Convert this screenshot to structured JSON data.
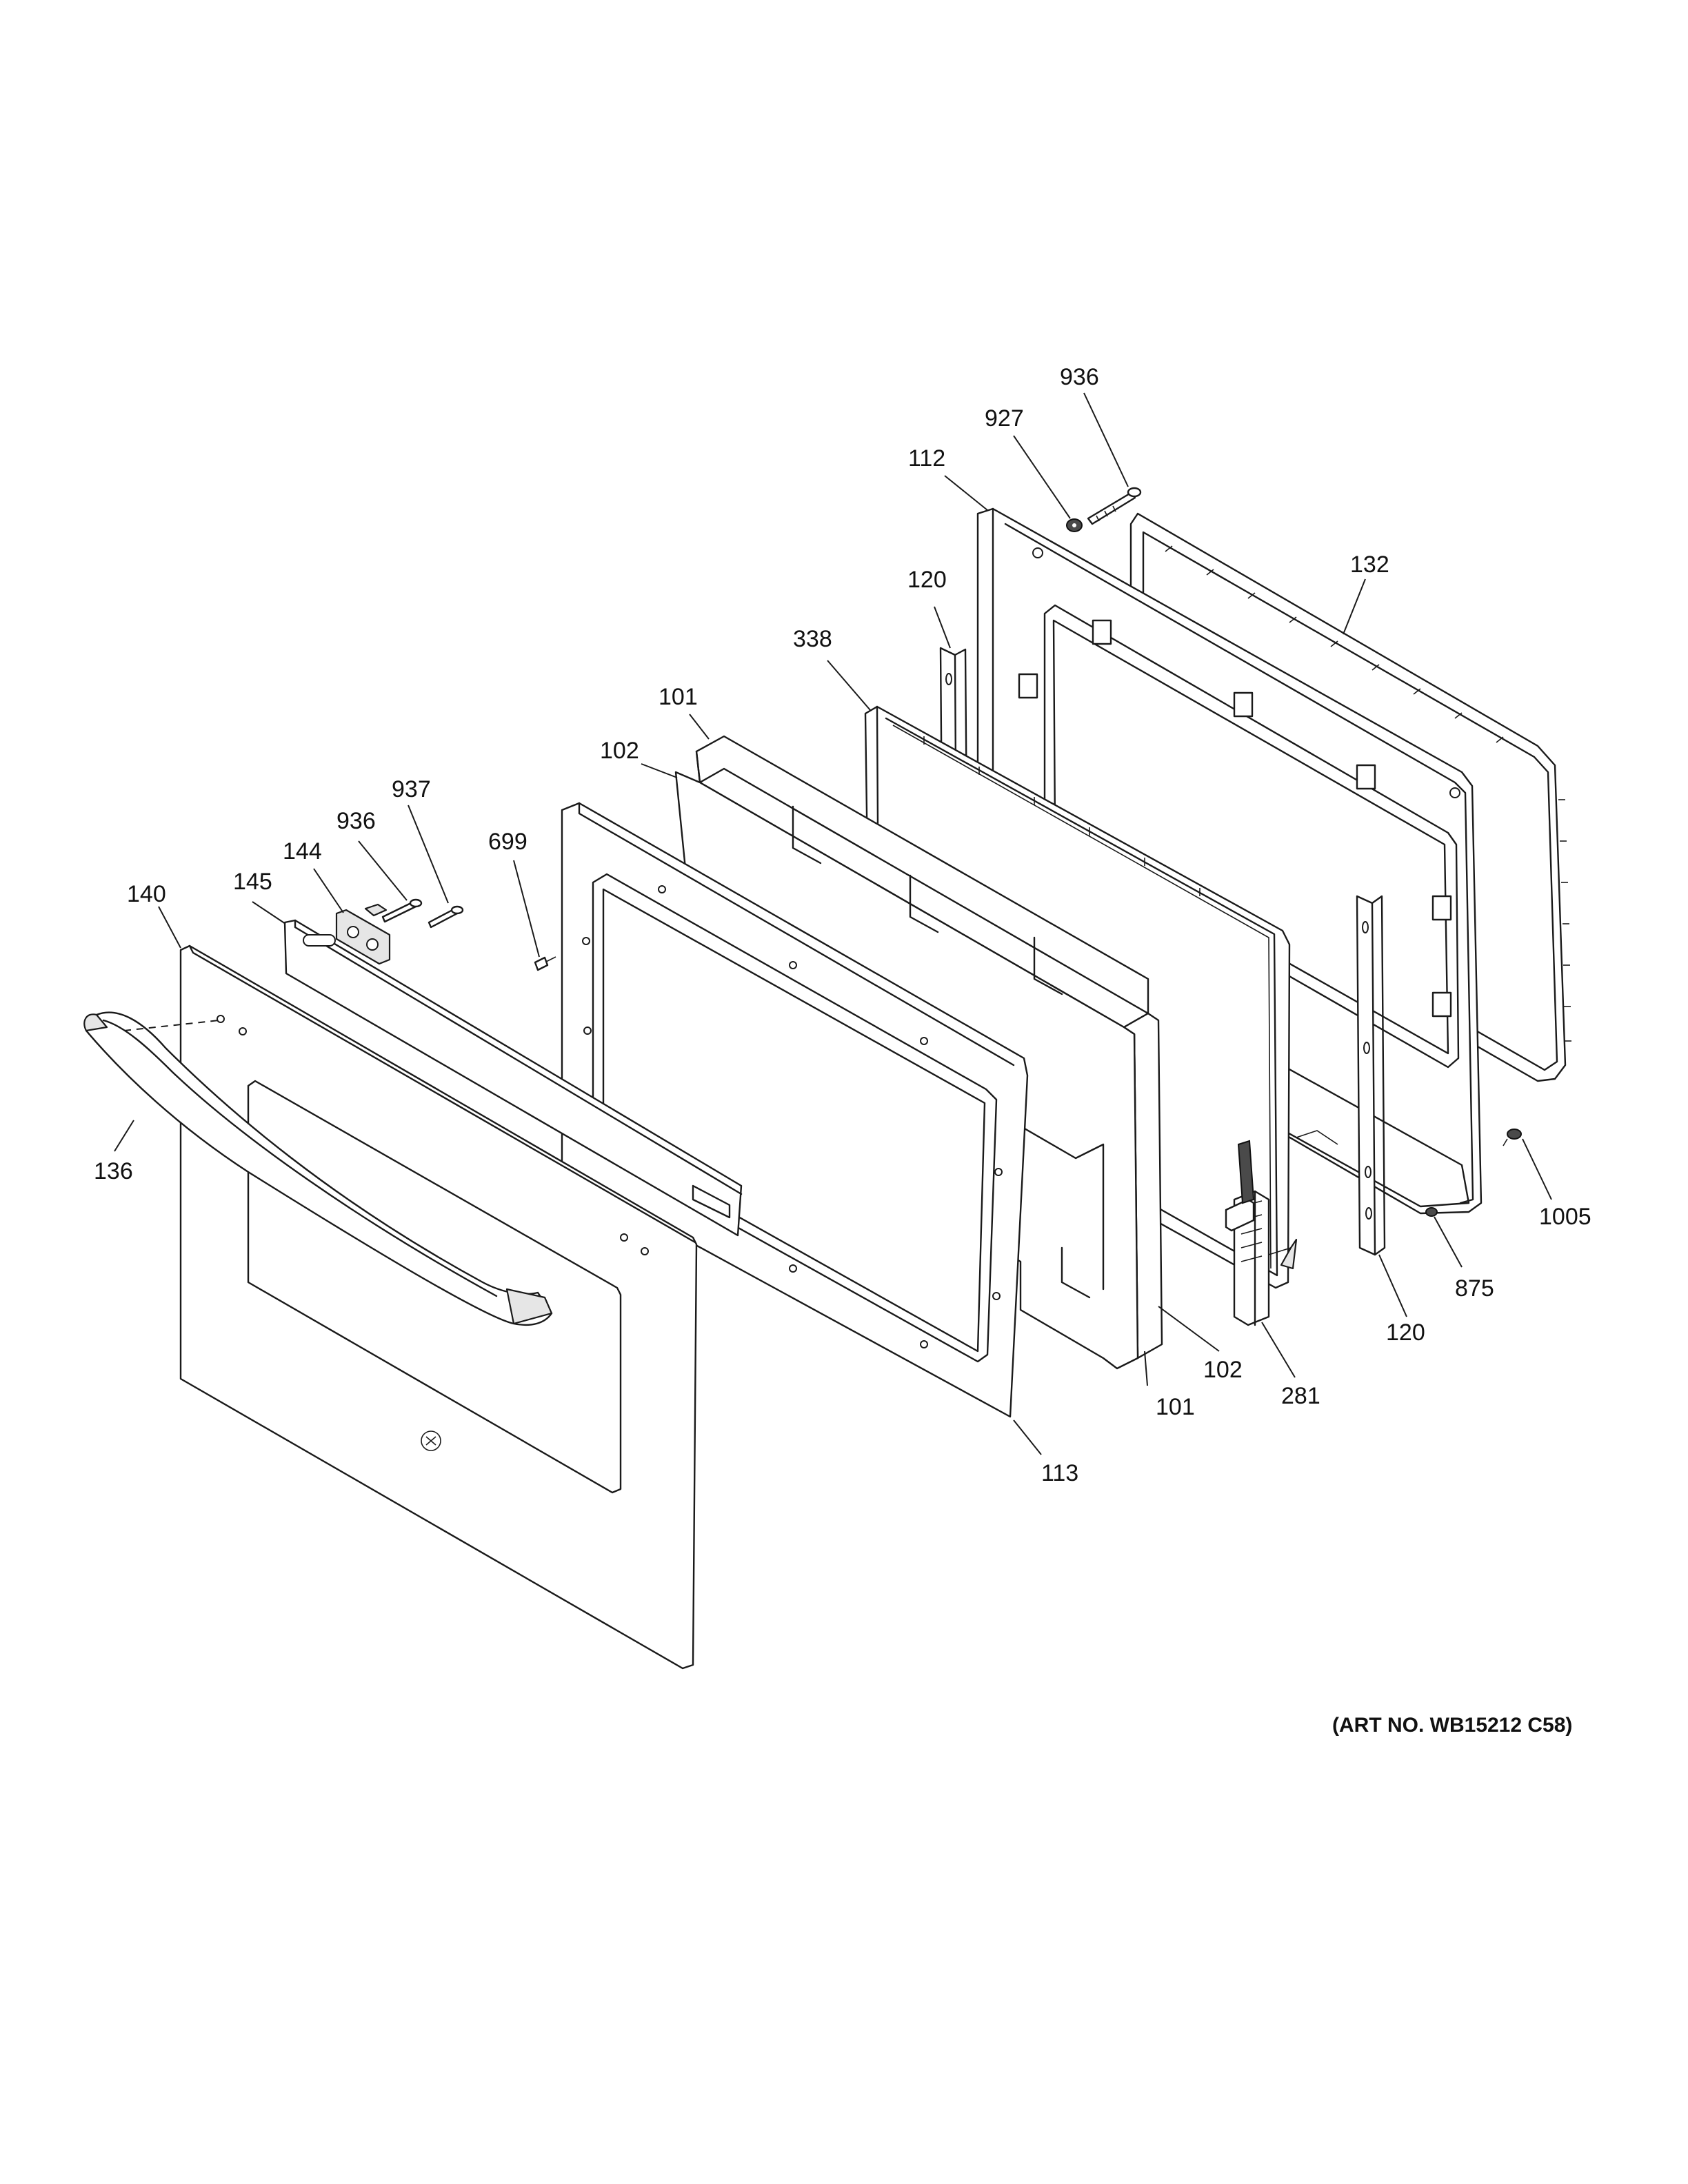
{
  "callouts": [
    {
      "id": "c936a",
      "label": "936"
    },
    {
      "id": "c927",
      "label": "927"
    },
    {
      "id": "c112",
      "label": "112"
    },
    {
      "id": "c132",
      "label": "132"
    },
    {
      "id": "c120a",
      "label": "120"
    },
    {
      "id": "c338",
      "label": "338"
    },
    {
      "id": "c101a",
      "label": "101"
    },
    {
      "id": "c102a",
      "label": "102"
    },
    {
      "id": "c937",
      "label": "937"
    },
    {
      "id": "c936b",
      "label": "936"
    },
    {
      "id": "c144",
      "label": "144"
    },
    {
      "id": "c699",
      "label": "699"
    },
    {
      "id": "c140",
      "label": "140"
    },
    {
      "id": "c145",
      "label": "145"
    },
    {
      "id": "c136",
      "label": "136"
    },
    {
      "id": "c1005",
      "label": "1005"
    },
    {
      "id": "c875",
      "label": "875"
    },
    {
      "id": "c120b",
      "label": "120"
    },
    {
      "id": "c102b",
      "label": "102"
    },
    {
      "id": "c281",
      "label": "281"
    },
    {
      "id": "c101b",
      "label": "101"
    },
    {
      "id": "c113",
      "label": "113"
    }
  ],
  "art_number": "(ART NO. WB15212 C58)"
}
